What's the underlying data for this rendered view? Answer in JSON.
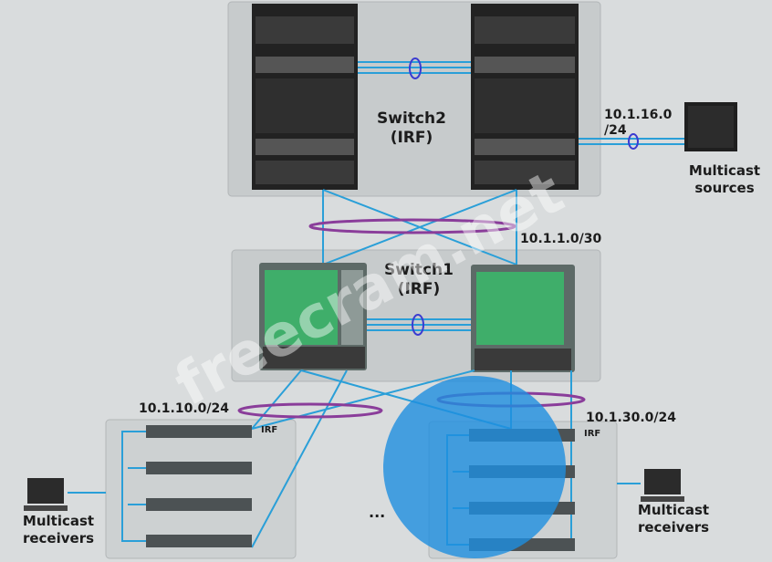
{
  "switch2": {
    "label": "Switch2\n(IRF)"
  },
  "switch1": {
    "label": "Switch1\n(IRF)"
  },
  "networks": {
    "source_subnet": "10.1.16.0\n/24",
    "core_link": "10.1.1.0/30",
    "left_access": "10.1.10.0/24",
    "right_access": "10.1.30.0/24"
  },
  "irf_left": "IRF",
  "irf_right": "IRF",
  "sources_caption": "Multicast\nsources",
  "receivers_left": "Multicast\nreceivers",
  "receivers_right": "Multicast\nreceivers",
  "ellipsis": "...",
  "watermark": "freecram.net",
  "colors": {
    "link": "#2a9fd8",
    "lag": "#8a3d9a",
    "chassis": "#2a2a2a",
    "accent_green": "#3fae6a"
  }
}
